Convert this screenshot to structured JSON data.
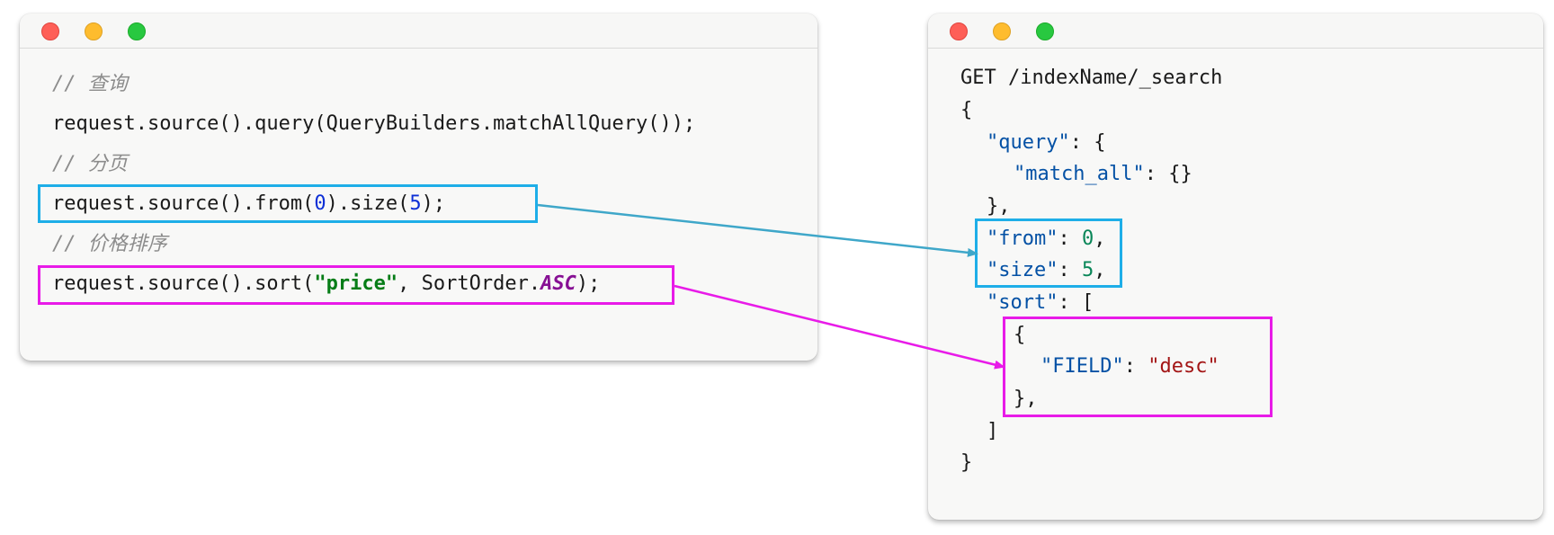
{
  "left_window": {
    "lines": {
      "comment_query": "// 查询",
      "query_line": "request.source().query(QueryBuilders.matchAllQuery());",
      "comment_paging": "// 分页",
      "paging_prefix": "request.source().from(",
      "paging_from": "0",
      "paging_mid": ").size(",
      "paging_size": "5",
      "paging_suffix": ");",
      "comment_sort": "// 价格排序",
      "sort_prefix": "request.source().sort(",
      "sort_field": "\"price\"",
      "sort_mid": ", SortOrder.",
      "sort_order": "ASC",
      "sort_suffix": ");"
    }
  },
  "right_window": {
    "request_line": "GET /indexName/_search",
    "open_brace": "{",
    "query_key": "\"query\"",
    "query_open": ": {",
    "match_all_key": "\"match_all\"",
    "match_all_val": ": {}",
    "query_close": "},",
    "from_key": "\"from\"",
    "from_sep": ": ",
    "from_val": "0",
    "from_comma": ",",
    "size_key": "\"size\"",
    "size_sep": ": ",
    "size_val": "5",
    "size_comma": ",",
    "sort_key": "\"sort\"",
    "sort_open": ": [",
    "obj_open": "{",
    "field_key": "\"FIELD\"",
    "field_sep": ": ",
    "field_val": "\"desc\"",
    "obj_close": "},",
    "sort_close": "]",
    "close_brace": "}"
  },
  "colors": {
    "paging_highlight": "#1eaee8",
    "sort_highlight": "#e81be8",
    "paging_arrow": "#3fa7c9",
    "sort_arrow": "#e81be8"
  }
}
